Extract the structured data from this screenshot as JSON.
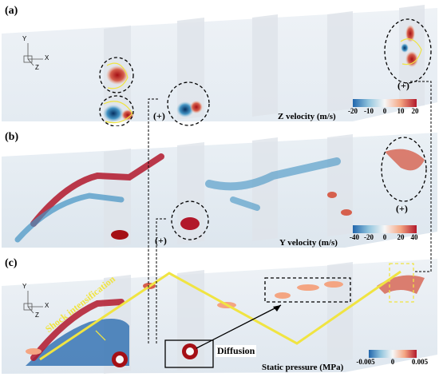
{
  "panels": [
    {
      "label": "(a)",
      "colorbar": {
        "title": "Z velocity (m/s)",
        "ticks": [
          "-20",
          "-10",
          "0",
          "10",
          "20"
        ]
      }
    },
    {
      "label": "(b)",
      "colorbar": {
        "title": "Y velocity (m/s)",
        "ticks": [
          "-40",
          "-20",
          "0",
          "20",
          "40"
        ]
      }
    },
    {
      "label": "(c)",
      "colorbar": {
        "title": "Static pressure (MPa)",
        "ticks": [
          "-0.005",
          "0",
          "0.005"
        ]
      }
    }
  ],
  "annotations": {
    "plus": "(+)",
    "shock": "Shock intensification",
    "diffusion": "Diffusion"
  },
  "axes": {
    "x": "X",
    "y": "Y",
    "z": "Z"
  },
  "colors": {
    "positive": "#b2182b",
    "negative": "#2166ac",
    "neutral": "#f2f2f2",
    "shock_line": "#f0e442"
  }
}
